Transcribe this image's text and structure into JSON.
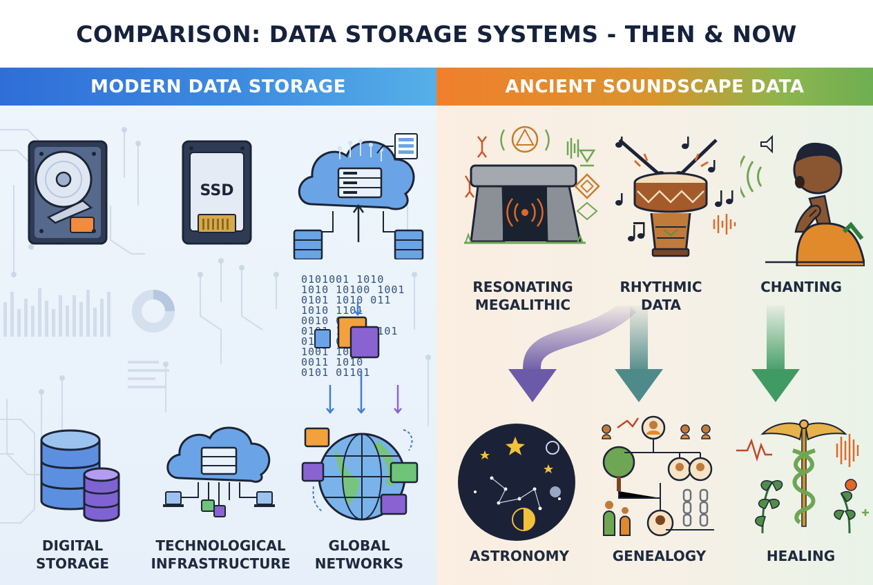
{
  "title": "COMPARISON: DATA STORAGE SYSTEMS - THEN & NOW",
  "modern": {
    "header": "MODERN DATA STORAGE",
    "icons": {
      "hdd": "hard-drive-icon",
      "ssd_text": "SSD",
      "cloud": "cloud-server-icon",
      "binary_rows": [
        "0101001 1010",
        "1010 10100 1001",
        "0101 1010 011",
        "1010 1101",
        "0010 0101",
        "0101 1101 0101",
        "0110 0110",
        "1001 1001",
        "0011 1010",
        "0101 01101"
      ]
    },
    "items": [
      {
        "line1": "DIGITAL",
        "line2": "STORAGE"
      },
      {
        "line1": "TECHNOLOGICAL",
        "line2": "INFRASTRUCTURE"
      },
      {
        "line1": "GLOBAL",
        "line2": "NETWORKS"
      }
    ]
  },
  "ancient": {
    "header": "ANCIENT SOUNDSCAPE DATA",
    "sources": [
      {
        "line1": "RESONATING",
        "line2": "MEGALITHIC"
      },
      {
        "line1": "RHYTHMIC",
        "line2": "DATA"
      },
      {
        "line1": "CHANTING",
        "line2": ""
      }
    ],
    "outcomes": [
      {
        "label": "ASTRONOMY"
      },
      {
        "label": "GENEALOGY"
      },
      {
        "label": "HEALING"
      }
    ]
  },
  "colors": {
    "title": "#16223c",
    "modern_band": "#2f6ed8",
    "ancient_band": "#f07f2c",
    "ancient_band_end": "#6fae52",
    "arrow_purple": "#6b5aa8",
    "arrow_teal": "#4f8a8a",
    "arrow_green": "#3f9b63"
  }
}
